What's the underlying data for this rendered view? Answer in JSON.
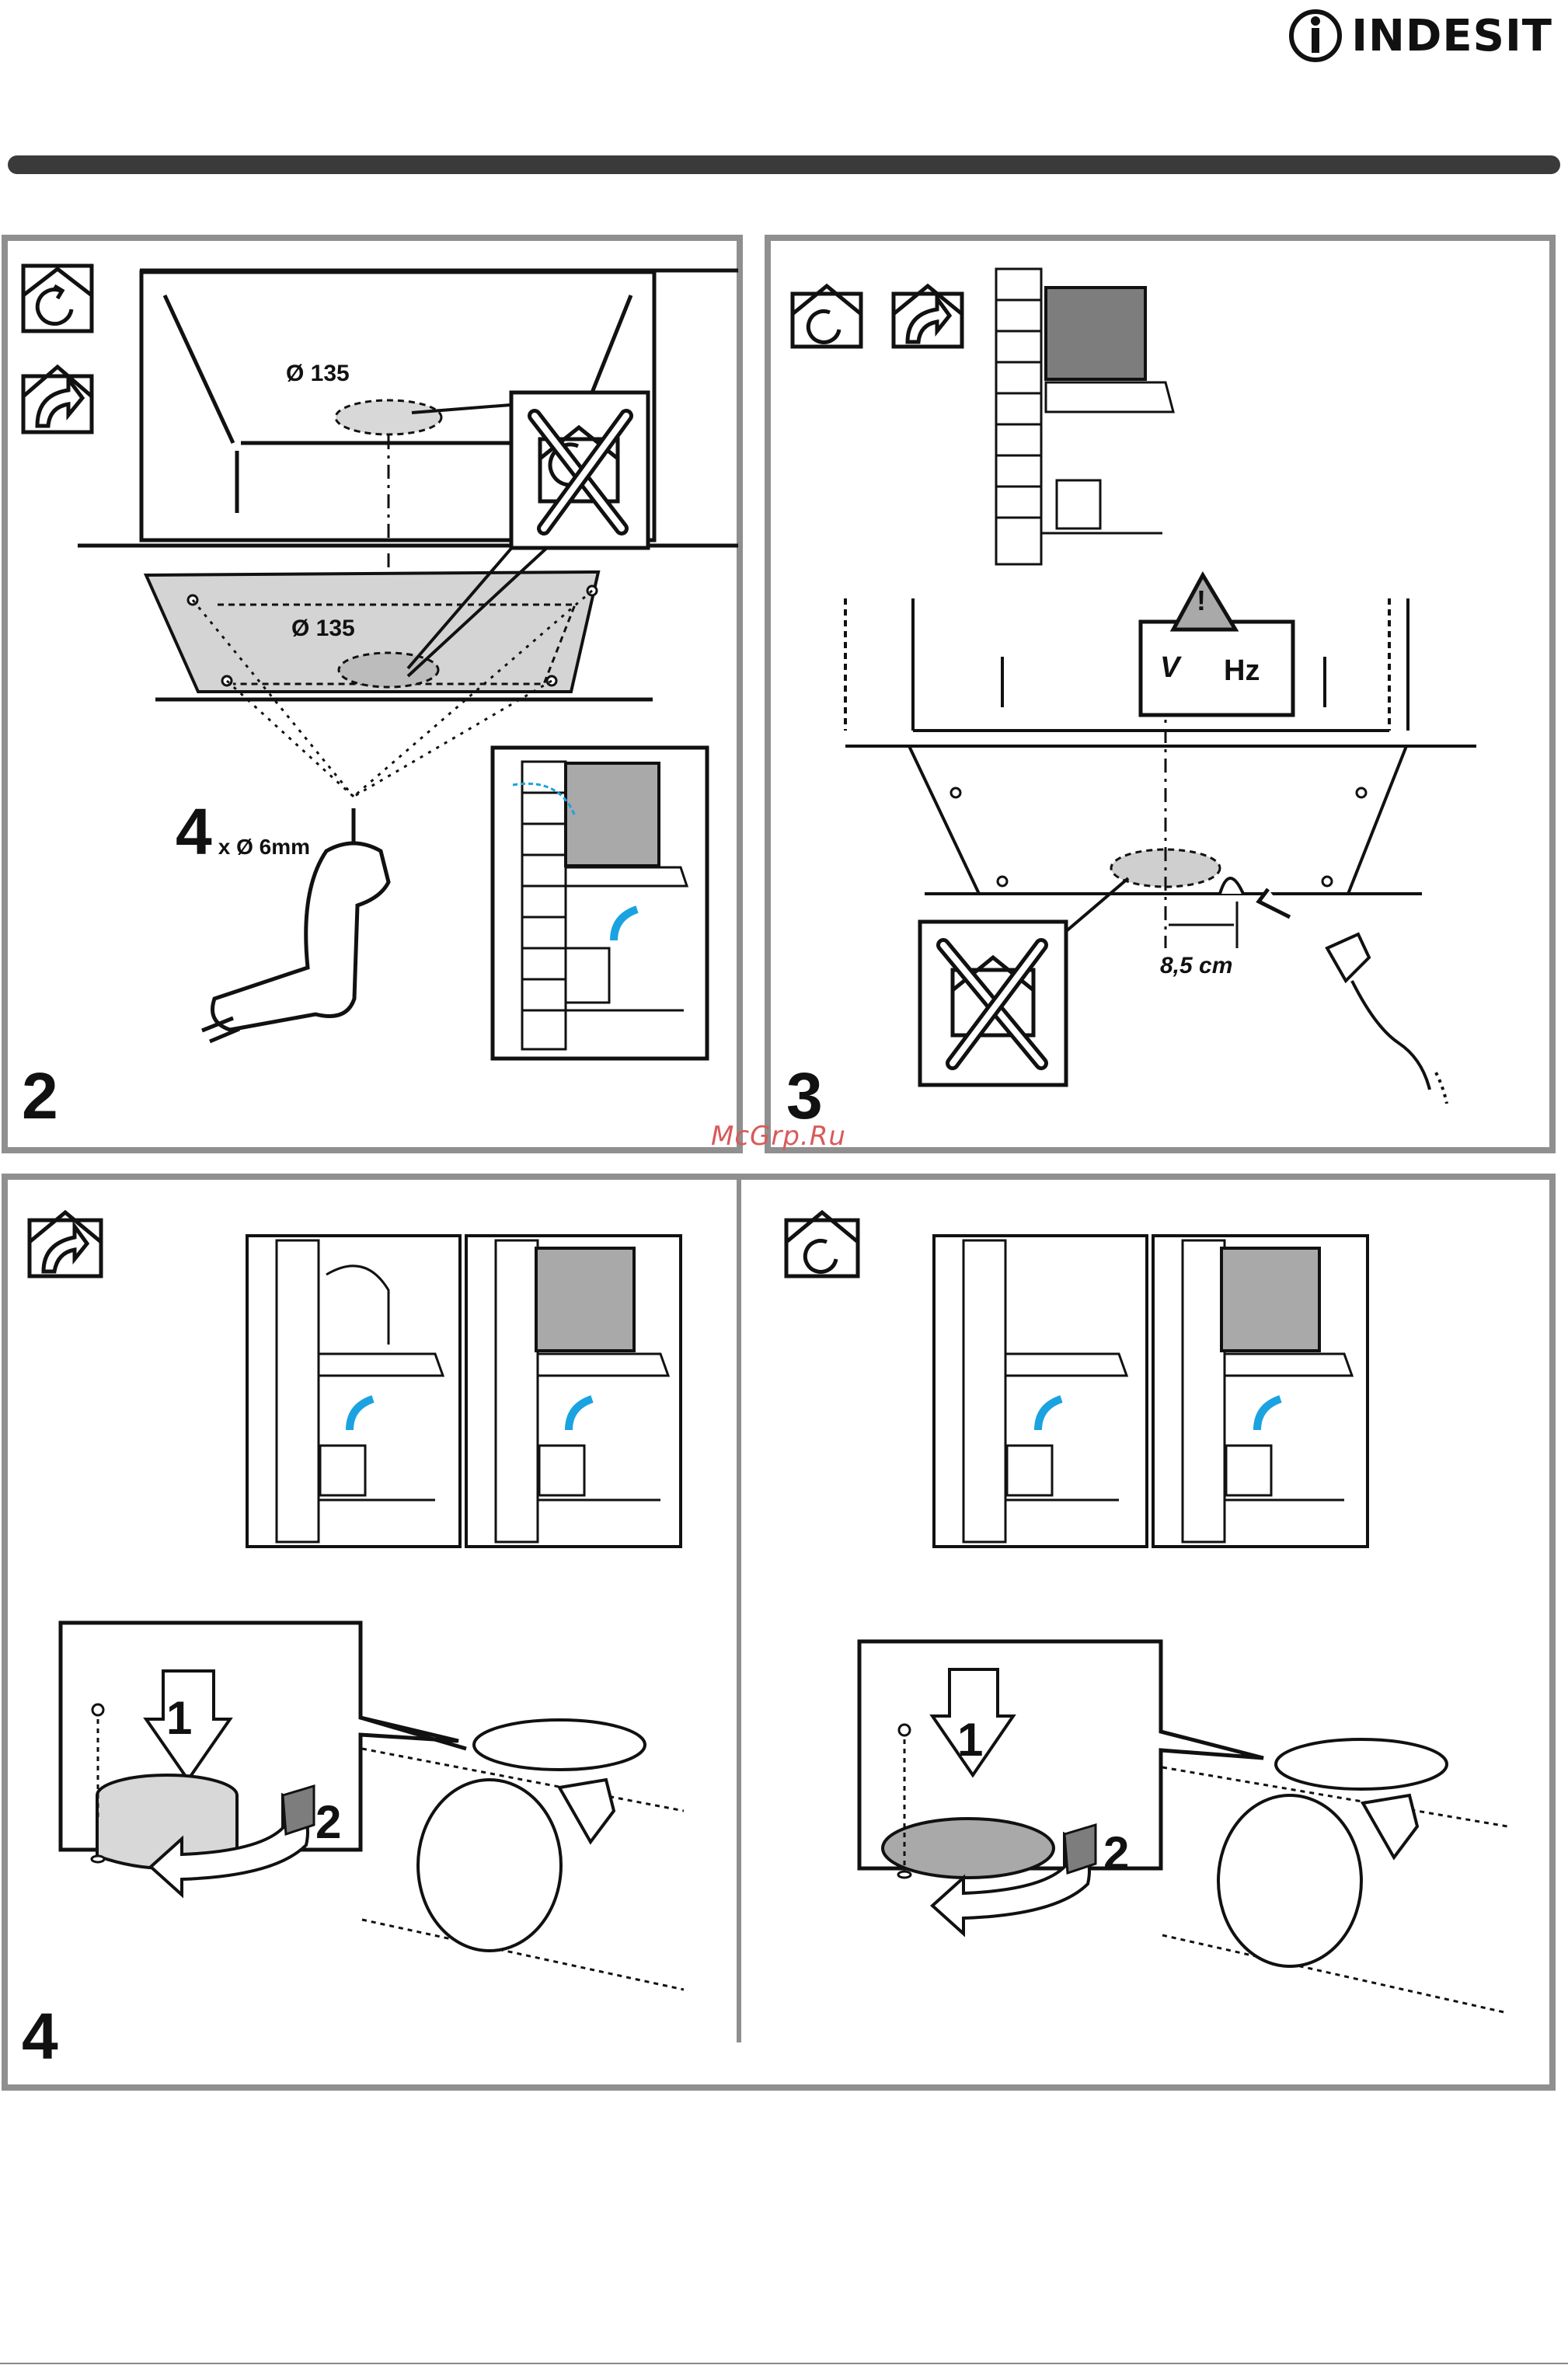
{
  "brand": {
    "name": "INDESIT"
  },
  "watermark": "McGrp.Ru",
  "panels": {
    "p2": {
      "step_number": "2",
      "diameter_top": "Ø 135",
      "diameter_bottom": "Ø 135",
      "drill_count": "4",
      "drill_spec": "x Ø 6mm"
    },
    "p3": {
      "step_number": "3",
      "voltage_label": "V",
      "frequency_label": "Hz",
      "distance": "8,5 cm",
      "warning_mark": "!"
    },
    "p4": {
      "step_number": "4",
      "left_step_1": "1",
      "left_step_2": "2",
      "right_step_1": "1",
      "right_step_2": "2"
    }
  },
  "colors": {
    "frame": "#8f8f8f",
    "bar": "#3a3a3a",
    "airflow": "#1aa3e0",
    "shade": "#cfcfcf",
    "dark_shade": "#7d7d7d",
    "watermark": "#d95a5a"
  }
}
